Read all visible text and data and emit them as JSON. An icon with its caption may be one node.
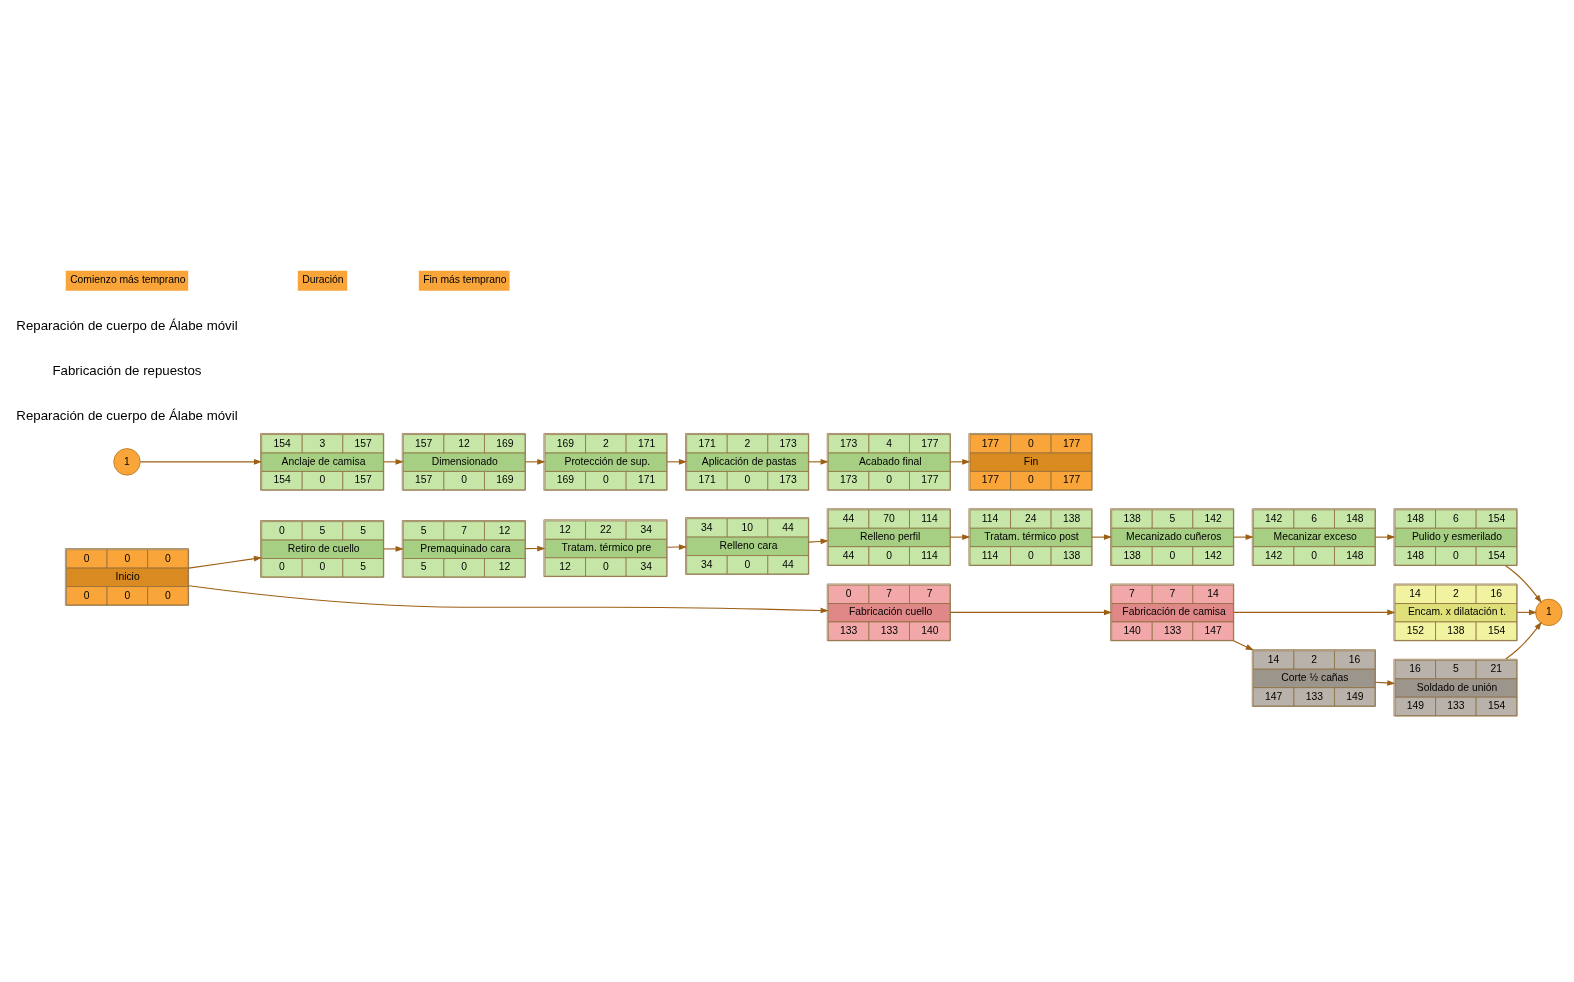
{
  "diagram": {
    "nodes": [
      {
        "text": [
          "0",
          "0",
          "0",
          "Inicio",
          "0",
          "0",
          "0"
        ]
      },
      {
        "text": [
          "0",
          "5",
          "5",
          "Retiro de cuello",
          "0",
          "0",
          "5"
        ]
      },
      {
        "text": [
          "5",
          "7",
          "12",
          "Premaquinado cara",
          "5",
          "0",
          "12"
        ]
      },
      {
        "text": [
          "12",
          "22",
          "34",
          "Tratam. térmico pre",
          "12",
          "0",
          "34"
        ]
      },
      {
        "text": [
          "34",
          "10",
          "44",
          "Relleno cara",
          "34",
          "0",
          "44"
        ]
      },
      {
        "text": [
          "44",
          "70",
          "114",
          "Relleno perfil",
          "44",
          "0",
          "114"
        ]
      },
      {
        "text": [
          "114",
          "24",
          "138",
          "Tratam. térmico post",
          "114",
          "0",
          "138"
        ]
      },
      {
        "text": [
          "138",
          "5",
          "142",
          "Mecanizado cuñeros",
          "138",
          "0",
          "142"
        ]
      },
      {
        "text": [
          "142",
          "6",
          "148",
          "Mecanizar exceso",
          "142",
          "0",
          "148"
        ]
      },
      {
        "text": [
          "148",
          "6",
          "154",
          "Pulido y esmerilado",
          "148",
          "0",
          "154"
        ]
      },
      {
        "text": [
          "14",
          "2",
          "16",
          "Encam. x dilatación t.",
          "152",
          "138",
          "154"
        ]
      },
      {
        "text": [
          "1"
        ]
      },
      {
        "text": [
          "0",
          "7",
          "7",
          "Fabricación cuello",
          "133",
          "133",
          "140"
        ]
      },
      {
        "text": [
          "7",
          "7",
          "14",
          "Fabricación de camisa",
          "140",
          "133",
          "147"
        ]
      },
      {
        "text": [
          "14",
          "2",
          "16",
          "Corte ½ cañas",
          "147",
          "133",
          "149"
        ]
      },
      {
        "text": [
          "16",
          "5",
          "21",
          "Soldado de unión",
          "149",
          "133",
          "154"
        ]
      },
      {
        "text": [
          "1"
        ]
      },
      {
        "text": [
          "154",
          "3",
          "157",
          "Anclaje de camisa",
          "154",
          "0",
          "157"
        ]
      },
      {
        "text": [
          "157",
          "12",
          "169",
          "Dimensionado",
          "157",
          "0",
          "169"
        ]
      },
      {
        "text": [
          "169",
          "2",
          "171",
          "Protección de sup.",
          "169",
          "0",
          "171"
        ]
      },
      {
        "text": [
          "171",
          "2",
          "173",
          "Aplicación de pastas",
          "171",
          "0",
          "173"
        ]
      },
      {
        "text": [
          "173",
          "4",
          "177",
          "Acabado final",
          "173",
          "0",
          "177"
        ]
      },
      {
        "text": [
          "177",
          "0",
          "177",
          "Fin",
          "177",
          "0",
          "177"
        ]
      }
    ],
    "edges": [
      {
        "from": 0,
        "to": 1,
        "arrow": "to"
      },
      {
        "from": 1,
        "to": 2,
        "arrow": "to"
      },
      {
        "from": 2,
        "to": 3,
        "arrow": "to"
      },
      {
        "from": 3,
        "to": 4,
        "arrow": "to"
      },
      {
        "from": 4,
        "to": 5,
        "arrow": "to"
      },
      {
        "from": 5,
        "to": 6,
        "arrow": "to"
      },
      {
        "from": 6,
        "to": 7,
        "arrow": "to"
      },
      {
        "from": 7,
        "to": 8,
        "arrow": "to"
      },
      {
        "from": 8,
        "to": 9,
        "arrow": "to"
      },
      {
        "from": 9,
        "to": 11,
        "arrow": "to"
      },
      {
        "from": 10,
        "to": 11,
        "arrow": "to"
      },
      {
        "from": 15,
        "to": 11,
        "arrow": "to"
      },
      {
        "from": 0,
        "to": 12,
        "arrow": "to"
      },
      {
        "from": 12,
        "to": 13,
        "arrow": "to"
      },
      {
        "from": 13,
        "to": 10,
        "arrow": "to"
      },
      {
        "from": 13,
        "to": 14,
        "arrow": "to"
      },
      {
        "from": 14,
        "to": 15,
        "arrow": "to"
      },
      {
        "from": 16,
        "to": 17,
        "arrow": "to"
      },
      {
        "from": 17,
        "to": 18,
        "arrow": "to"
      },
      {
        "from": 18,
        "to": 19,
        "arrow": "to"
      },
      {
        "from": 19,
        "to": 20,
        "arrow": "to"
      },
      {
        "from": 20,
        "to": 21,
        "arrow": "to"
      },
      {
        "from": 21,
        "to": 22,
        "arrow": "to"
      }
    ],
    "labels": [
      "Reparación de cuerpo de Álabe móvil",
      "Fabricación de repuestos",
      "Reparación de cuerpo de Álabe móvil",
      "Comienzo más temprano",
      "Duración",
      "Fin más temprano"
    ]
  }
}
